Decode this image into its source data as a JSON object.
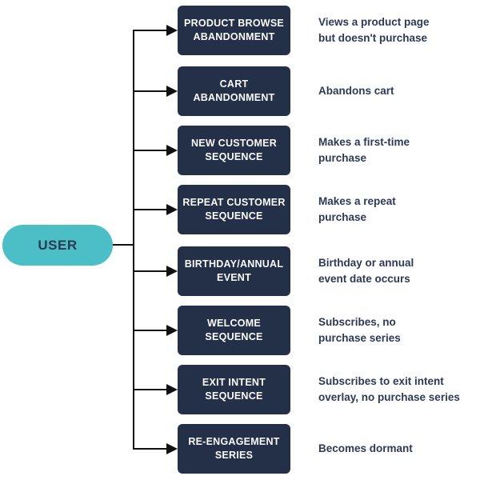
{
  "diagram": {
    "type": "flowchart",
    "root": {
      "label": "USER"
    },
    "colors": {
      "node_fill": "#4CBEC5",
      "box_fill": "#243047",
      "box_text": "#FAFAFA",
      "desc_text": "#2C3A55",
      "connector": "#111111",
      "background": "#FFFFFF"
    },
    "rows": [
      {
        "label": "PRODUCT BROWSE\nABANDONMENT",
        "desc": "Views a product page\nbut doesn't purchase"
      },
      {
        "label": "CART\nABANDONMENT",
        "desc": "Abandons cart"
      },
      {
        "label": "NEW CUSTOMER\nSEQUENCE",
        "desc": "Makes a first-time\npurchase"
      },
      {
        "label": "REPEAT CUSTOMER\nSEQUENCE",
        "desc": "Makes a repeat\npurchase"
      },
      {
        "label": "BIRTHDAY/ANNUAL\nEVENT",
        "desc": "Birthday or annual\nevent date occurs"
      },
      {
        "label": "WELCOME\nSEQUENCE",
        "desc": "Subscribes, no\npurchase series"
      },
      {
        "label": "EXIT INTENT\nSEQUENCE",
        "desc": "Subscribes to exit intent\noverlay, no purchase series"
      },
      {
        "label": "RE-ENGAGEMENT\nSERIES",
        "desc": "Becomes dormant"
      }
    ]
  }
}
